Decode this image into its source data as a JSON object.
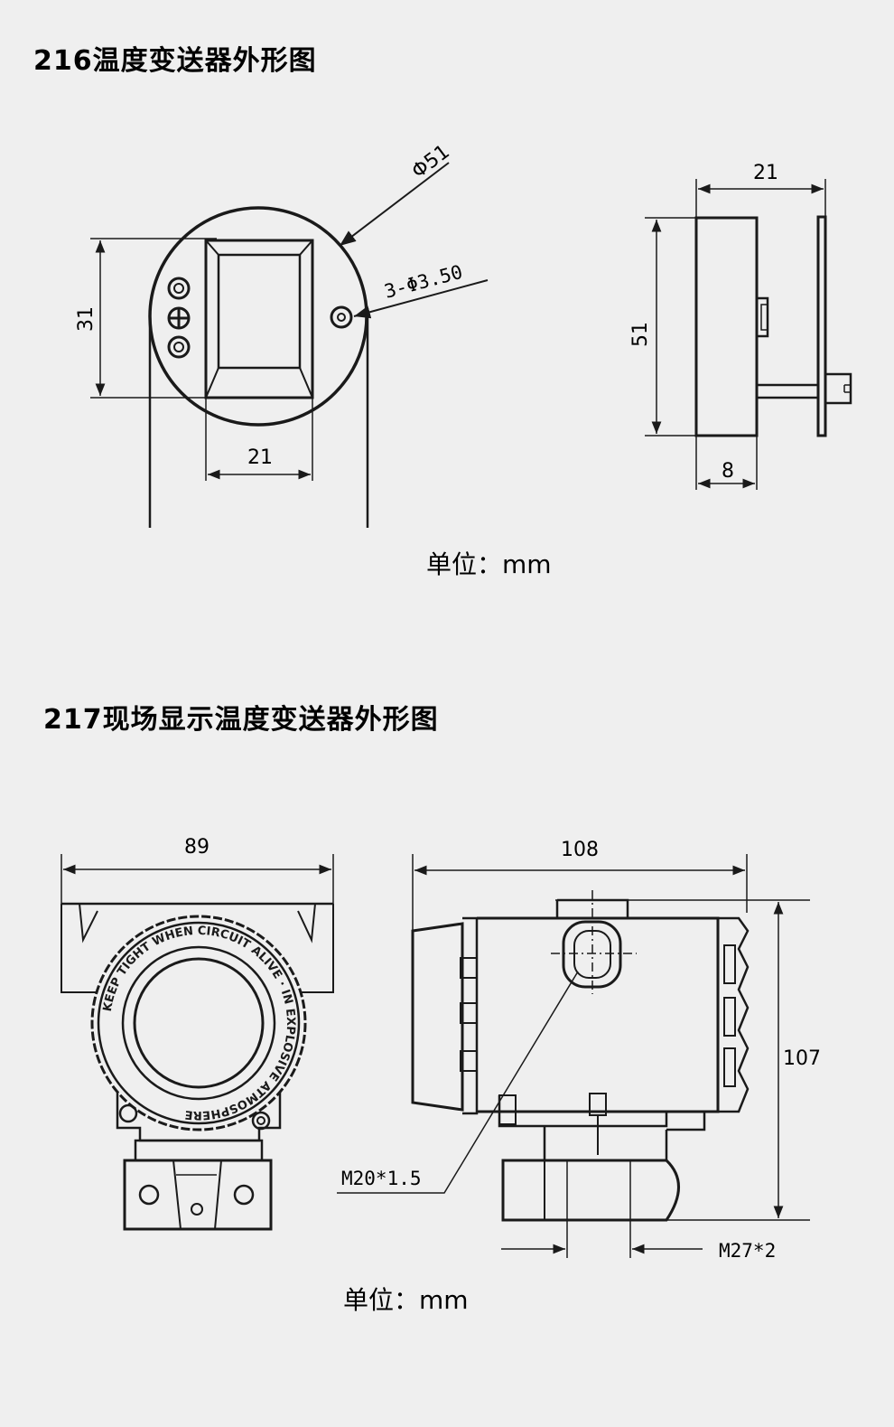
{
  "sections": [
    {
      "title": "216温度变送器外形图",
      "dims": {
        "diameter": "Φ51",
        "holes": "3-Φ3.50",
        "height_front": "31",
        "width_window": "21",
        "depth_side": "21",
        "height_side": "51",
        "base_side": "8"
      },
      "unit_note": "单位：mm"
    },
    {
      "title": "217现场显示温度变送器外形图",
      "dims": {
        "width_front": "89",
        "width_side": "108",
        "height_side": "107",
        "thread_1": "M20*1.5",
        "thread_2": "M27*2"
      },
      "cover_ring_text": "KEEP TIGHT WHEN CIRCUIT ALIVE · IN EXPLOSIVE ATMOSPHERE",
      "unit_note": "单位：mm"
    }
  ]
}
